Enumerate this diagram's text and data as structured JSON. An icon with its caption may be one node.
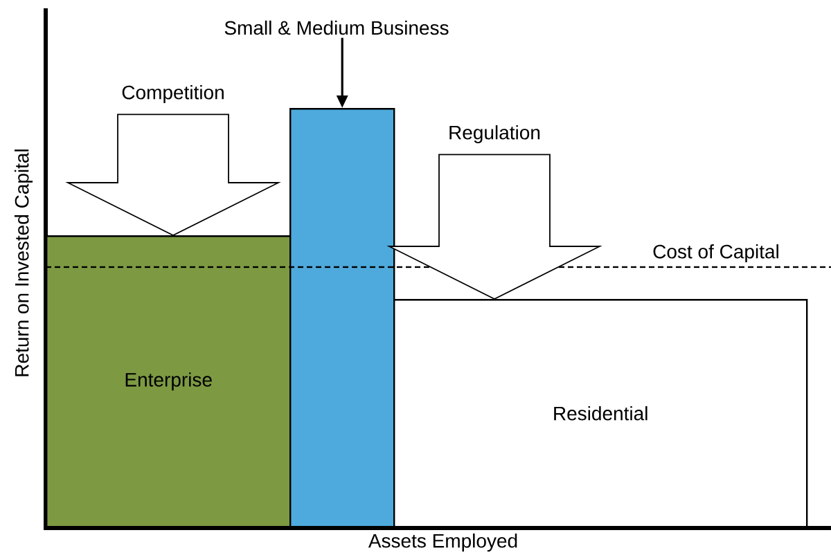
{
  "diagram": {
    "nodes": [
      {
        "text": [
          "Enterprise"
        ]
      },
      {
        "text": [],
        "shape": "bar"
      },
      {
        "text": [
          "Residential"
        ]
      },
      {
        "text": [
          "Competition"
        ]
      },
      {
        "text": [
          "Small & Medium Business"
        ]
      },
      {
        "text": [
          "Regulation"
        ]
      }
    ],
    "edges": [
      {
        "from": 3,
        "to": 0,
        "arrow": "to",
        "style": "thick"
      },
      {
        "from": 4,
        "to": 1,
        "arrow": "to"
      },
      {
        "from": 5,
        "to": 2,
        "arrow": "to",
        "style": "thick"
      }
    ],
    "labels": [
      "Cost of Capital",
      "Return on Invested Capital",
      "Assets Employed"
    ]
  }
}
